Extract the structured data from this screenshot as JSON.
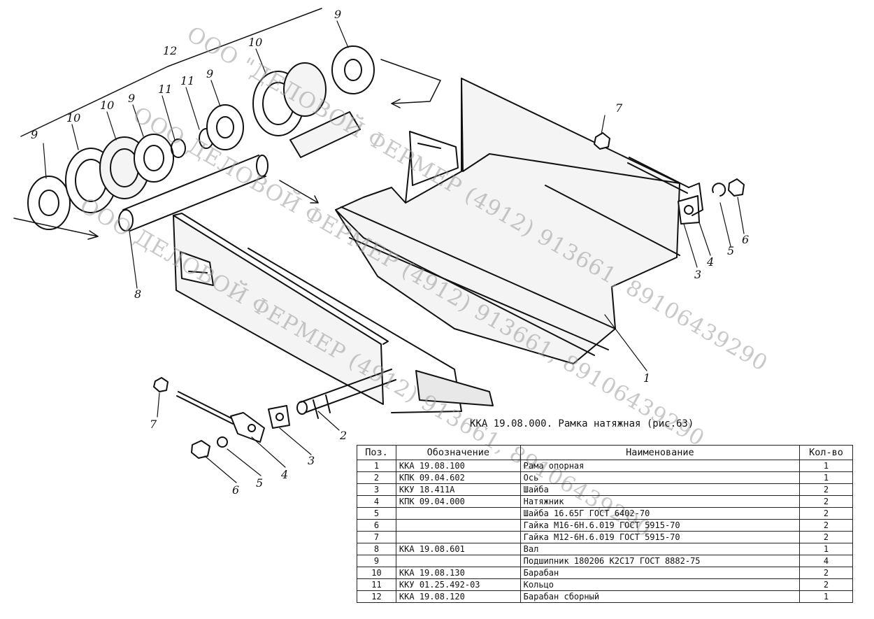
{
  "title": "ККА 19.08.000. Рамка натяжная (рис.63)",
  "watermark": [
    "ООО \"ДЕЛОВОЙ ФЕРМЕР (4912) 913661, 89106439290",
    "ООО ДЕЛОВОЙ ФЕРМЕР (4912) 913661, 89106439290",
    "ООО ДЕЛОВОЙ ФЕРМЕР (4912) 913661, 89106439290"
  ],
  "callouts": [
    "12",
    "9",
    "9",
    "10",
    "10",
    "9",
    "11",
    "11",
    "9",
    "10",
    "9",
    "8",
    "7",
    "3",
    "4",
    "5",
    "6",
    "1",
    "2",
    "7",
    "3",
    "4",
    "5",
    "6"
  ],
  "table": {
    "headers": [
      "Поз.",
      "Обозначение",
      "Наименование",
      "Кол-во"
    ],
    "rows": [
      [
        "1",
        "ККА 19.08.100",
        "Рама опорная",
        "1"
      ],
      [
        "2",
        "КПК 09.04.602",
        "Ось",
        "1"
      ],
      [
        "3",
        "ККУ 18.411А",
        "Шайба",
        "2"
      ],
      [
        "4",
        "КПК 09.04.000",
        "Натяжник",
        "2"
      ],
      [
        "5",
        "",
        "Шайба 16.65Г ГОСТ 6402-70",
        "2"
      ],
      [
        "6",
        "",
        "Гайка М16-6Н.6.019 ГОСТ 5915-70",
        "2"
      ],
      [
        "7",
        "",
        "Гайка М12-6Н.6.019 ГОСТ 5915-70",
        "2"
      ],
      [
        "8",
        "ККА 19.08.601",
        "Вал",
        "1"
      ],
      [
        "9",
        "",
        "Подшипник 180206 К2С17 ГОСТ 8882-75",
        "4"
      ],
      [
        "10",
        "ККА 19.08.130",
        "Барабан",
        "2"
      ],
      [
        "11",
        "ККУ 01.25.492-03",
        "Кольцо",
        "2"
      ],
      [
        "12",
        "ККА 19.08.120",
        "Барабан сборный",
        "1"
      ]
    ]
  }
}
